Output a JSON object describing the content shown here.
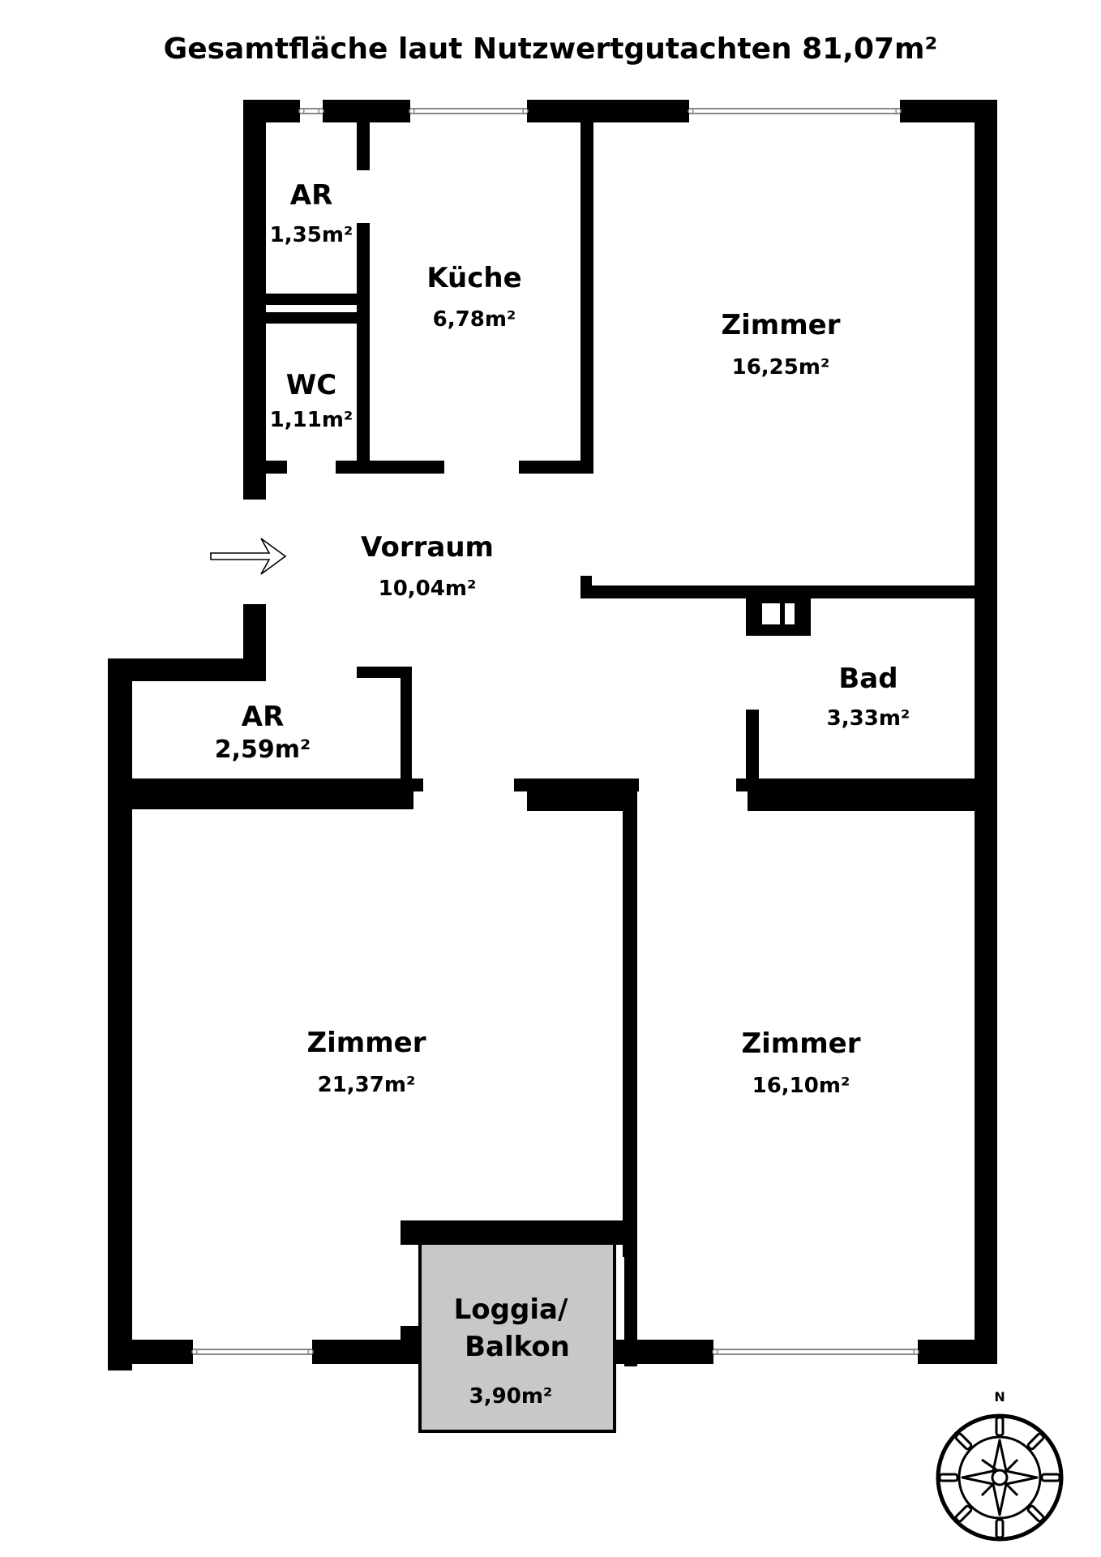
{
  "title": "Gesamtfläche laut Nutzwertgutachten 81,07m²",
  "colors": {
    "wall": "#000000",
    "loggia_fill": "#c8c8c8",
    "background": "#ffffff"
  },
  "rooms": {
    "ar_top": {
      "name": "AR",
      "area": "1,35m²"
    },
    "kueche": {
      "name": "Küche",
      "area": "6,78m²"
    },
    "zimmer_ne": {
      "name": "Zimmer",
      "area": "16,25m²"
    },
    "wc": {
      "name": "WC",
      "area": "1,11m²"
    },
    "vorraum": {
      "name": "Vorraum",
      "area": "10,04m²"
    },
    "ar_mid": {
      "name": "AR",
      "area": "2,59m²"
    },
    "bad": {
      "name": "Bad",
      "area": "3,33m²"
    },
    "zimmer_sw": {
      "name": "Zimmer",
      "area": "21,37m²"
    },
    "zimmer_se": {
      "name": "Zimmer",
      "area": "16,10m²"
    },
    "loggia": {
      "name_line1": "Loggia/",
      "name_line2": "Balkon",
      "area": "3,90m²"
    }
  },
  "compass": {
    "label": "N",
    "icon": "compass-icon"
  },
  "entrance": {
    "icon": "entrance-arrow-icon"
  }
}
